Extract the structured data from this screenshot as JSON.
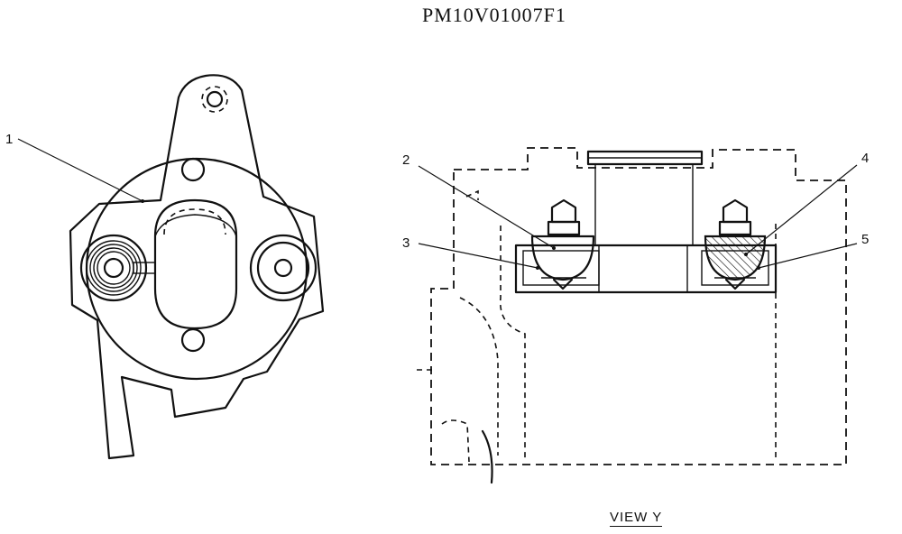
{
  "drawing": {
    "part_code": "PM10V01007F1",
    "view_label": "VIEW  Y",
    "callouts": [
      "1",
      "2",
      "3",
      "4",
      "5"
    ]
  }
}
